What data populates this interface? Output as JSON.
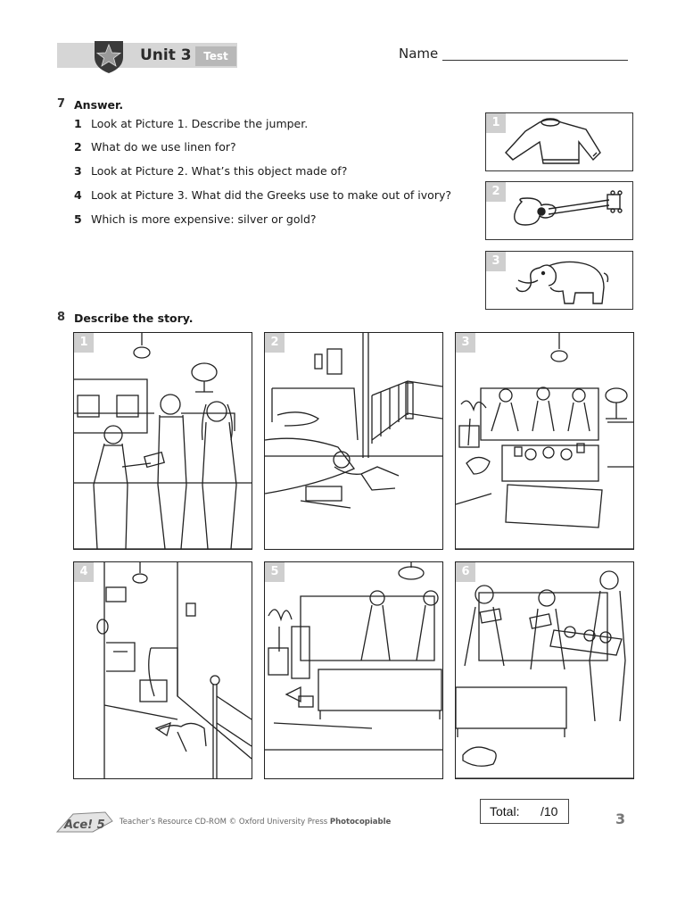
{
  "header": {
    "unit_title": "Unit 3",
    "test_label": "Test",
    "name_label": "Name"
  },
  "section7": {
    "number": "7",
    "title": "Answer.",
    "questions": [
      {
        "num": "1",
        "text": "Look at Picture 1. Describe the jumper."
      },
      {
        "num": "2",
        "text": "What do we use linen for?"
      },
      {
        "num": "3",
        "text": "Look at Picture 2. What’s this object made of?"
      },
      {
        "num": "4",
        "text": "Look at Picture 3. What did the Greeks use to make out of ivory?"
      },
      {
        "num": "5",
        "text": "Which is more expensive: silver or gold?"
      }
    ],
    "pictures": [
      {
        "num": "1",
        "icon": "jumper-icon"
      },
      {
        "num": "2",
        "icon": "guitar-icon"
      },
      {
        "num": "3",
        "icon": "elephant-icon"
      }
    ]
  },
  "section8": {
    "number": "8",
    "title": "Describe the story.",
    "panels": [
      "1",
      "2",
      "3",
      "4",
      "5",
      "6"
    ]
  },
  "footer": {
    "logo_text": "Ace! 5",
    "credit": "Teacher’s Resource CD-ROM © Oxford University Press",
    "photocopiable": "Photocopiable",
    "total_label": "Total:",
    "total_value": "/10",
    "page_number": "3"
  }
}
